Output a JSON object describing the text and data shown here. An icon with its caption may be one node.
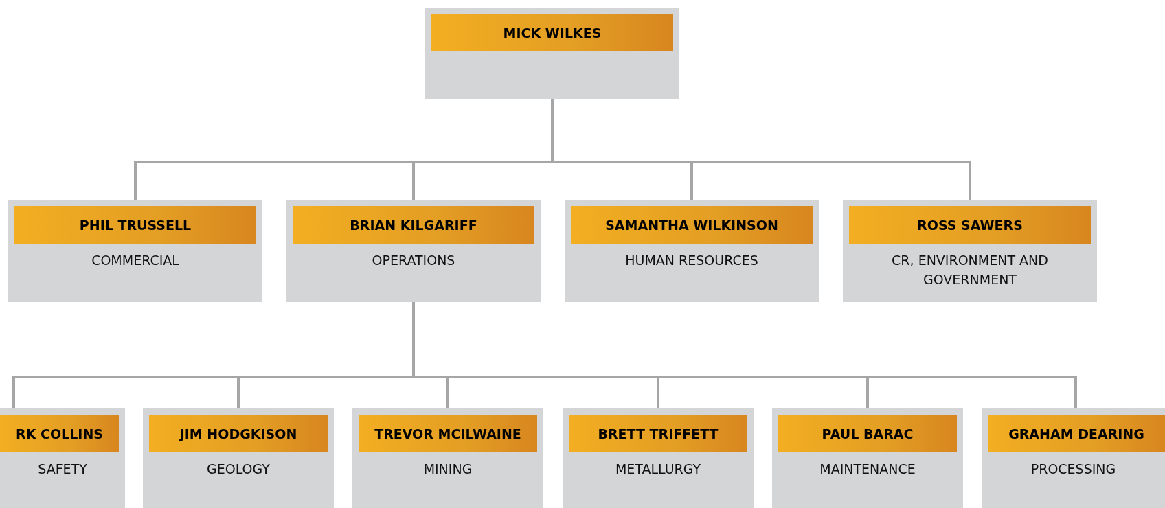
{
  "diagram": {
    "nodes": [
      {
        "text": [
          "MICK WILKES"
        ]
      },
      {
        "text": [
          "PHIL TRUSSELL",
          "COMMERCIAL"
        ]
      },
      {
        "text": [
          "BRIAN KILGARIFF",
          "OPERATIONS"
        ]
      },
      {
        "text": [
          "SAMANTHA WILKINSON",
          "HUMAN RESOURCES"
        ]
      },
      {
        "text": [
          "ROSS SAWERS",
          "CR, ENVIRONMENT AND GOVERNMENT"
        ]
      },
      {
        "text": [
          "RK COLLINS",
          "SAFETY"
        ]
      },
      {
        "text": [
          "JIM HODGKISON",
          "GEOLOGY"
        ]
      },
      {
        "text": [
          "TREVOR MCILWAINE",
          "MINING"
        ]
      },
      {
        "text": [
          "BRETT TRIFFETT",
          "METALLURGY"
        ]
      },
      {
        "text": [
          "PAUL BARAC",
          "MAINTENANCE"
        ]
      },
      {
        "text": [
          "GRAHAM DEARING",
          "PROCESSING"
        ]
      }
    ],
    "edges": [
      {
        "from": 0,
        "to": 1,
        "arrow": "none"
      },
      {
        "from": 0,
        "to": 2,
        "arrow": "none"
      },
      {
        "from": 0,
        "to": 3,
        "arrow": "none"
      },
      {
        "from": 0,
        "to": 4,
        "arrow": "none"
      },
      {
        "from": 2,
        "to": 5,
        "arrow": "none"
      },
      {
        "from": 2,
        "to": 6,
        "arrow": "none"
      },
      {
        "from": 2,
        "to": 7,
        "arrow": "none"
      },
      {
        "from": 2,
        "to": 8,
        "arrow": "none"
      },
      {
        "from": 2,
        "to": 9,
        "arrow": "none"
      },
      {
        "from": 2,
        "to": 10,
        "arrow": "none"
      }
    ]
  }
}
